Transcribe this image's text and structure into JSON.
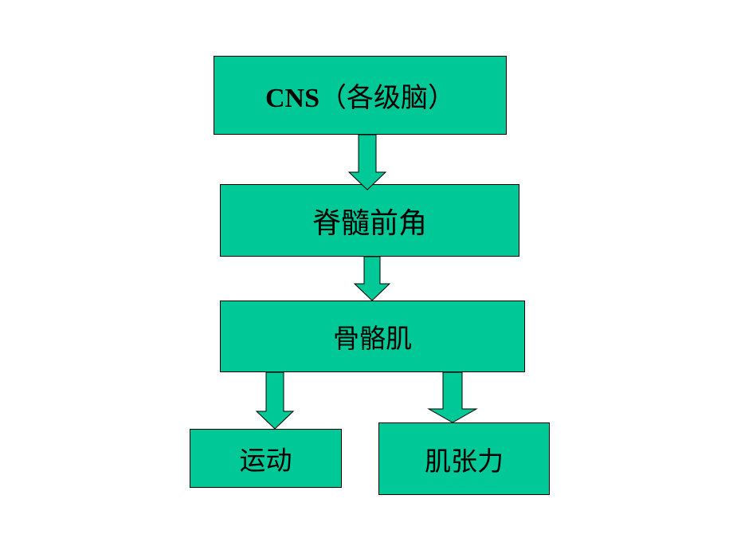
{
  "diagram": {
    "nodes": {
      "cns": {
        "latin": "CNS",
        "cjk": "（各级脑）"
      },
      "anterior_horn": {
        "label": "脊髓前角"
      },
      "skeletal_muscle": {
        "label": "骨骼肌"
      },
      "movement": {
        "label": "运动"
      },
      "muscle_tone": {
        "label": "肌张力"
      }
    },
    "edges": [
      {
        "from": "cns",
        "to": "anterior_horn"
      },
      {
        "from": "anterior_horn",
        "to": "skeletal_muscle"
      },
      {
        "from": "skeletal_muscle",
        "to": "movement"
      },
      {
        "from": "skeletal_muscle",
        "to": "muscle_tone"
      }
    ],
    "colors": {
      "box_fill": "#00c896",
      "border": "#000000",
      "background": "#ffffff"
    }
  }
}
